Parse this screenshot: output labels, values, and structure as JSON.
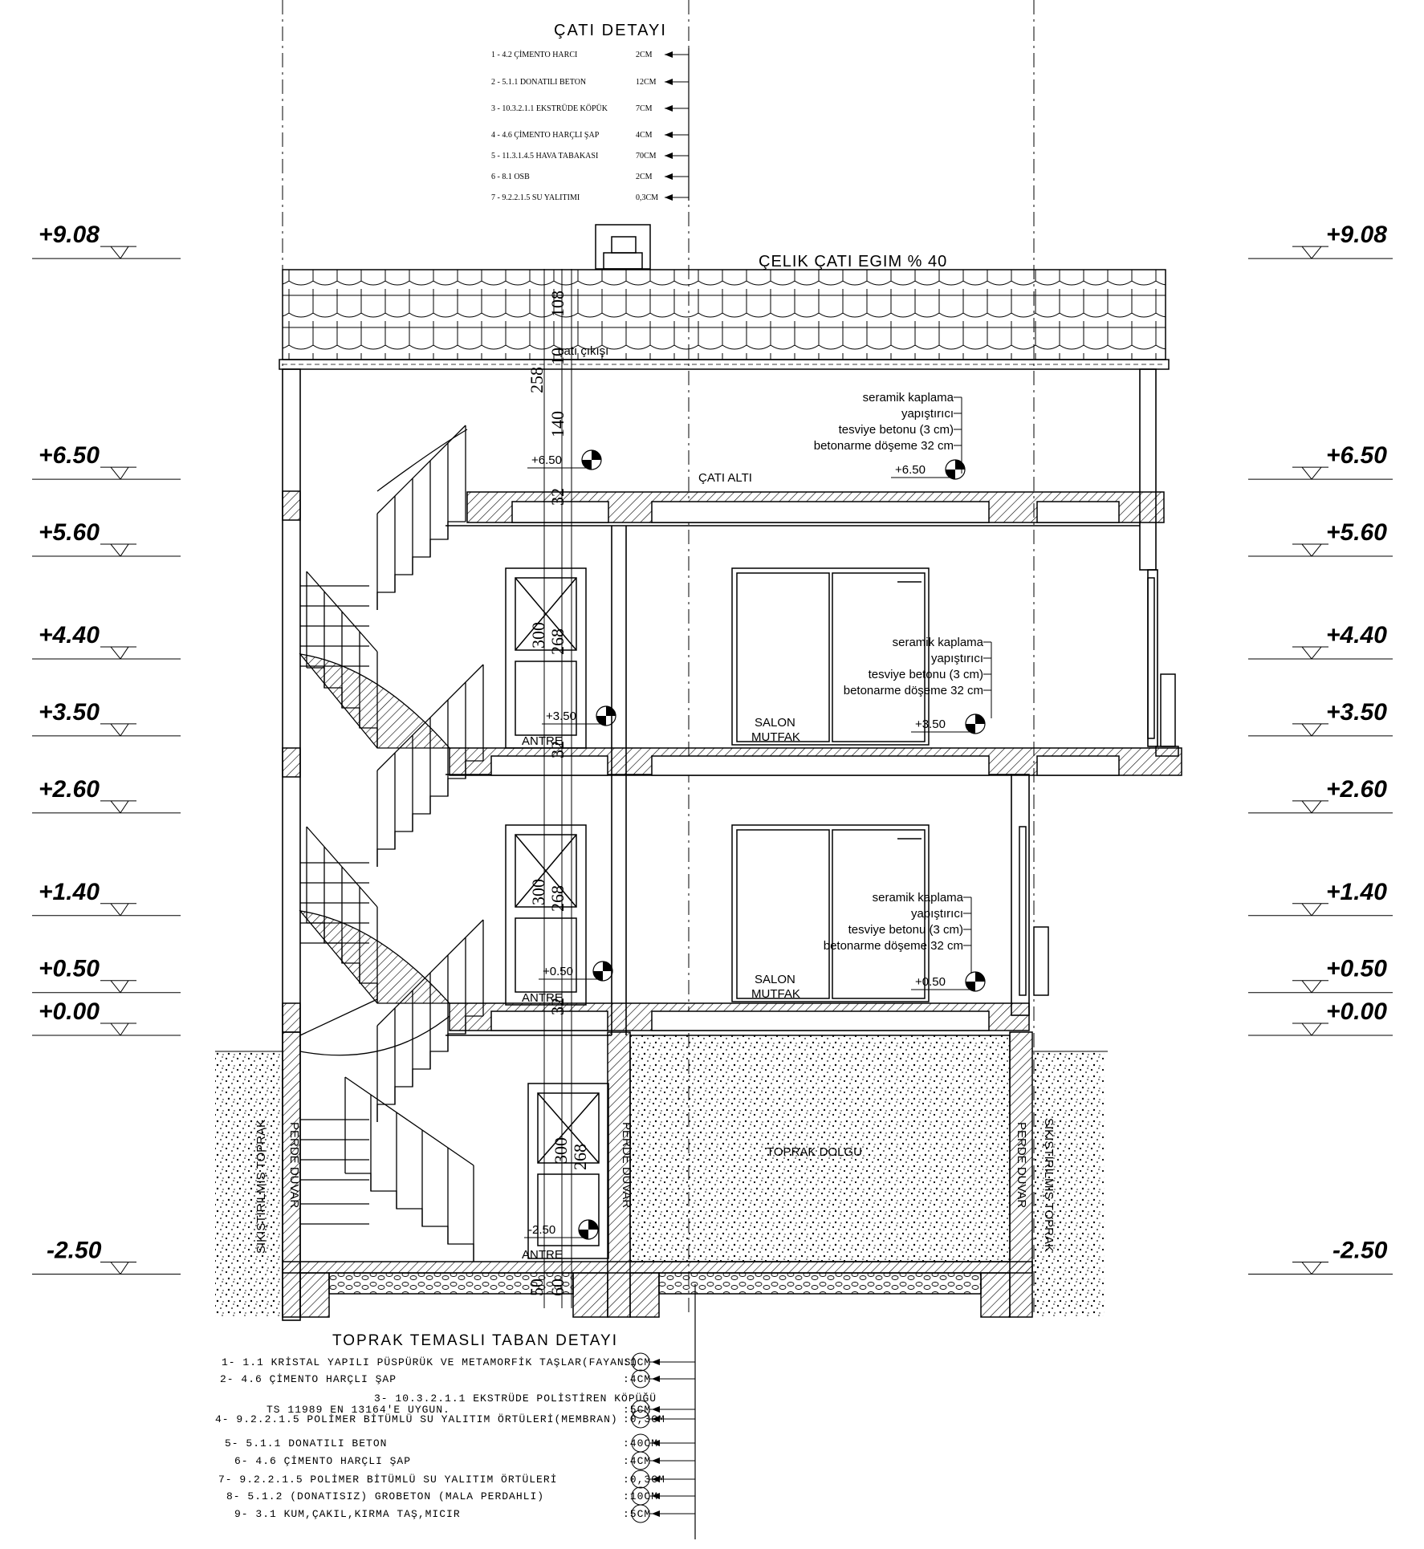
{
  "roof_detail": {
    "title": "ÇATI DETAYI",
    "layers": [
      {
        "label": "1 - 4.2 ÇİMENTO HARCI",
        "thickness": "2CM"
      },
      {
        "label": "2 - 5.1.1  DONATILI BETON",
        "thickness": "12CM"
      },
      {
        "label": "3 - 10.3.2.1.1  EKSTRÜDE KÖPÜK",
        "thickness": "7CM"
      },
      {
        "label": "4 - 4.6 ÇİMENTO HARÇLI ŞAP",
        "thickness": "4CM"
      },
      {
        "label": "5 - 11.3.1.4.5  HAVA TABAKASI",
        "thickness": "70CM"
      },
      {
        "label": "6 - 8.1  OSB",
        "thickness": "2CM"
      },
      {
        "label": "7 - 9.2.2.1.5 SU YALITIMI",
        "thickness": "0,3CM"
      }
    ]
  },
  "roof_label": "ÇELIK ÇATI EGIM % 40",
  "roof_exit_label": "çatı çıkışı",
  "under_roof_label": "ÇATI ALTI",
  "levels": [
    {
      "label": "+9.08",
      "y": 9.08
    },
    {
      "label": "+6.50",
      "y": 6.5
    },
    {
      "label": "+5.60",
      "y": 5.6
    },
    {
      "label": "+4.40",
      "y": 4.4
    },
    {
      "label": "+3.50",
      "y": 3.5
    },
    {
      "label": "+2.60",
      "y": 2.6
    },
    {
      "label": "+1.40",
      "y": 1.4
    },
    {
      "label": "+0.50",
      "y": 0.5
    },
    {
      "label": "+0.00",
      "y": 0.0
    },
    {
      "label": "-2.50",
      "y": -2.5
    }
  ],
  "vertical_dims": [
    "258",
    "108",
    "10",
    "140",
    "32",
    "32",
    "32",
    "50",
    "60"
  ],
  "door_dims": {
    "outer": "300",
    "inner": "268"
  },
  "floor_notes": [
    "seramik kaplama",
    "yapıştırıcı",
    "tesviye betonu (3 cm)",
    "betonarme döşeme 32 cm"
  ],
  "rooms": {
    "entrance": "ANTRE",
    "living_line1": "SALON",
    "living_line2": "MUTFAK",
    "fill": "TOPRAK DOLGU",
    "retaining_wall": "PERDE DUVAR",
    "compacted_soil": "SIKIŞTIRILMIŞ TOPRAK"
  },
  "spot_levels": [
    "+6.50",
    "+6.50",
    "+3.50",
    "+3.50",
    "+0.50",
    "+0.50",
    "-2.50"
  ],
  "ground_detail": {
    "title": "TOPRAK TEMASLI  TABAN DETAYI",
    "layers": [
      {
        "label": "1-  1.1 KRİSTAL YAPILI PÜSPÜRÜK VE METAMORFİK TAŞLAR(FAYANS)",
        "thickness": ":1CM"
      },
      {
        "label": "2-  4.6  ÇİMENTO HARÇLI ŞAP",
        "thickness": ":4CM"
      },
      {
        "label": "3-  10.3.2.1.1  EKSTRÜDE POLİSTİREN KÖPÜĞÜ",
        "thickness": ""
      },
      {
        "label": "TS 11989 EN 13164'E UYGUN.",
        "thickness": ":5CM"
      },
      {
        "label": "4-  9.2.2.1.5 POLİMER BİTÜMLÜ SU YALITIM ÖRTÜLERİ(MEMBRAN)",
        "thickness": ":0,3CM"
      },
      {
        "label": "5-  5.1.1 DONATILI BETON",
        "thickness": ":40CM"
      },
      {
        "label": "6-  4.6  ÇİMENTO HARÇLI ŞAP",
        "thickness": ":4CM"
      },
      {
        "label": "7-  9.2.2.1.5 POLİMER BİTÜMLÜ SU YALITIM ÖRTÜLERİ",
        "thickness": ":0,3CM"
      },
      {
        "label": "8-  5.1.2 (DONATISIZ) GROBETON (MALA PERDAHLI)",
        "thickness": ":10CM"
      },
      {
        "label": "9-  3.1  KUM,ÇAKIL,KIRMA TAŞ,MICIR",
        "thickness": ":5CM"
      }
    ]
  }
}
